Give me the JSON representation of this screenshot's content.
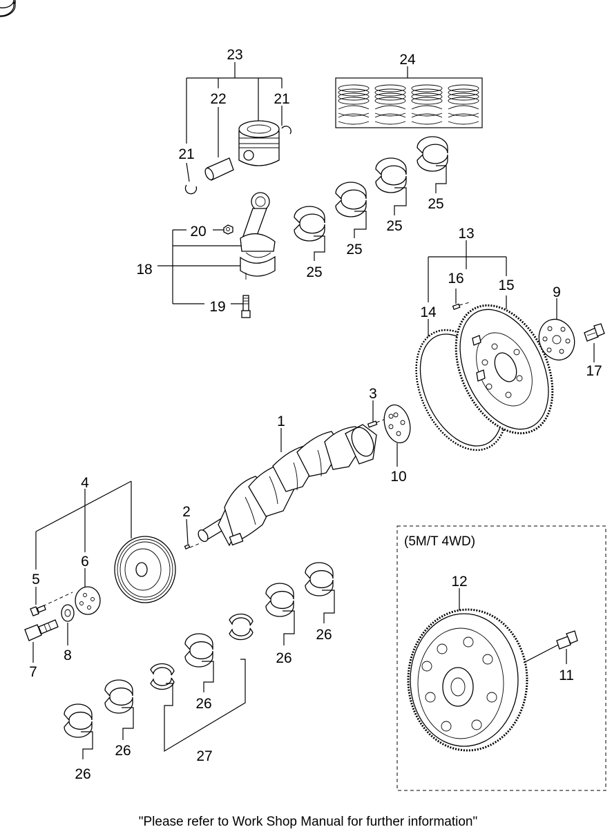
{
  "callouts": {
    "c1": "1",
    "c2": "2",
    "c3": "3",
    "c4": "4",
    "c5": "5",
    "c6": "6",
    "c7": "7",
    "c8": "8",
    "c9": "9",
    "c10": "10",
    "c11": "11",
    "c12": "12",
    "c13": "13",
    "c14": "14",
    "c15": "15",
    "c16": "16",
    "c17": "17",
    "c18": "18",
    "c19": "19",
    "c20": "20",
    "c21a": "21",
    "c21b": "21",
    "c22": "22",
    "c23": "23",
    "c24": "24",
    "c25a": "25",
    "c25b": "25",
    "c25c": "25",
    "c25d": "25",
    "c26a": "26",
    "c26b": "26",
    "c26c": "26",
    "c26d": "26",
    "c26e": "26",
    "c27": "27"
  },
  "variant_box": {
    "label": "(5M/T 4WD)"
  },
  "footer": {
    "note": "\"Please refer to Work Shop Manual for further information\""
  }
}
